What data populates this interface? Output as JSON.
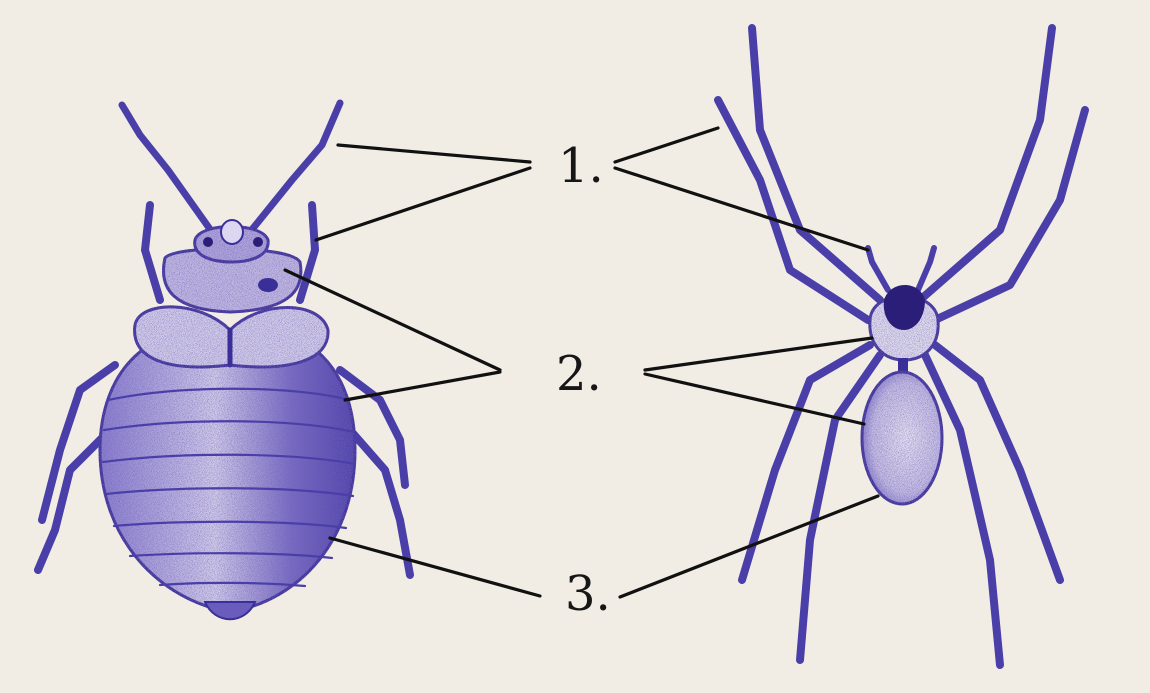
{
  "labels": {
    "one": "1.",
    "two": "2.",
    "three": "3."
  },
  "colors": {
    "ink": "#4a3fa8",
    "ink_dark": "#2a1e78",
    "paper": "#f2ede4",
    "leader": "#111111"
  },
  "figures": [
    "bed-bug-illustration",
    "spider-illustration"
  ]
}
